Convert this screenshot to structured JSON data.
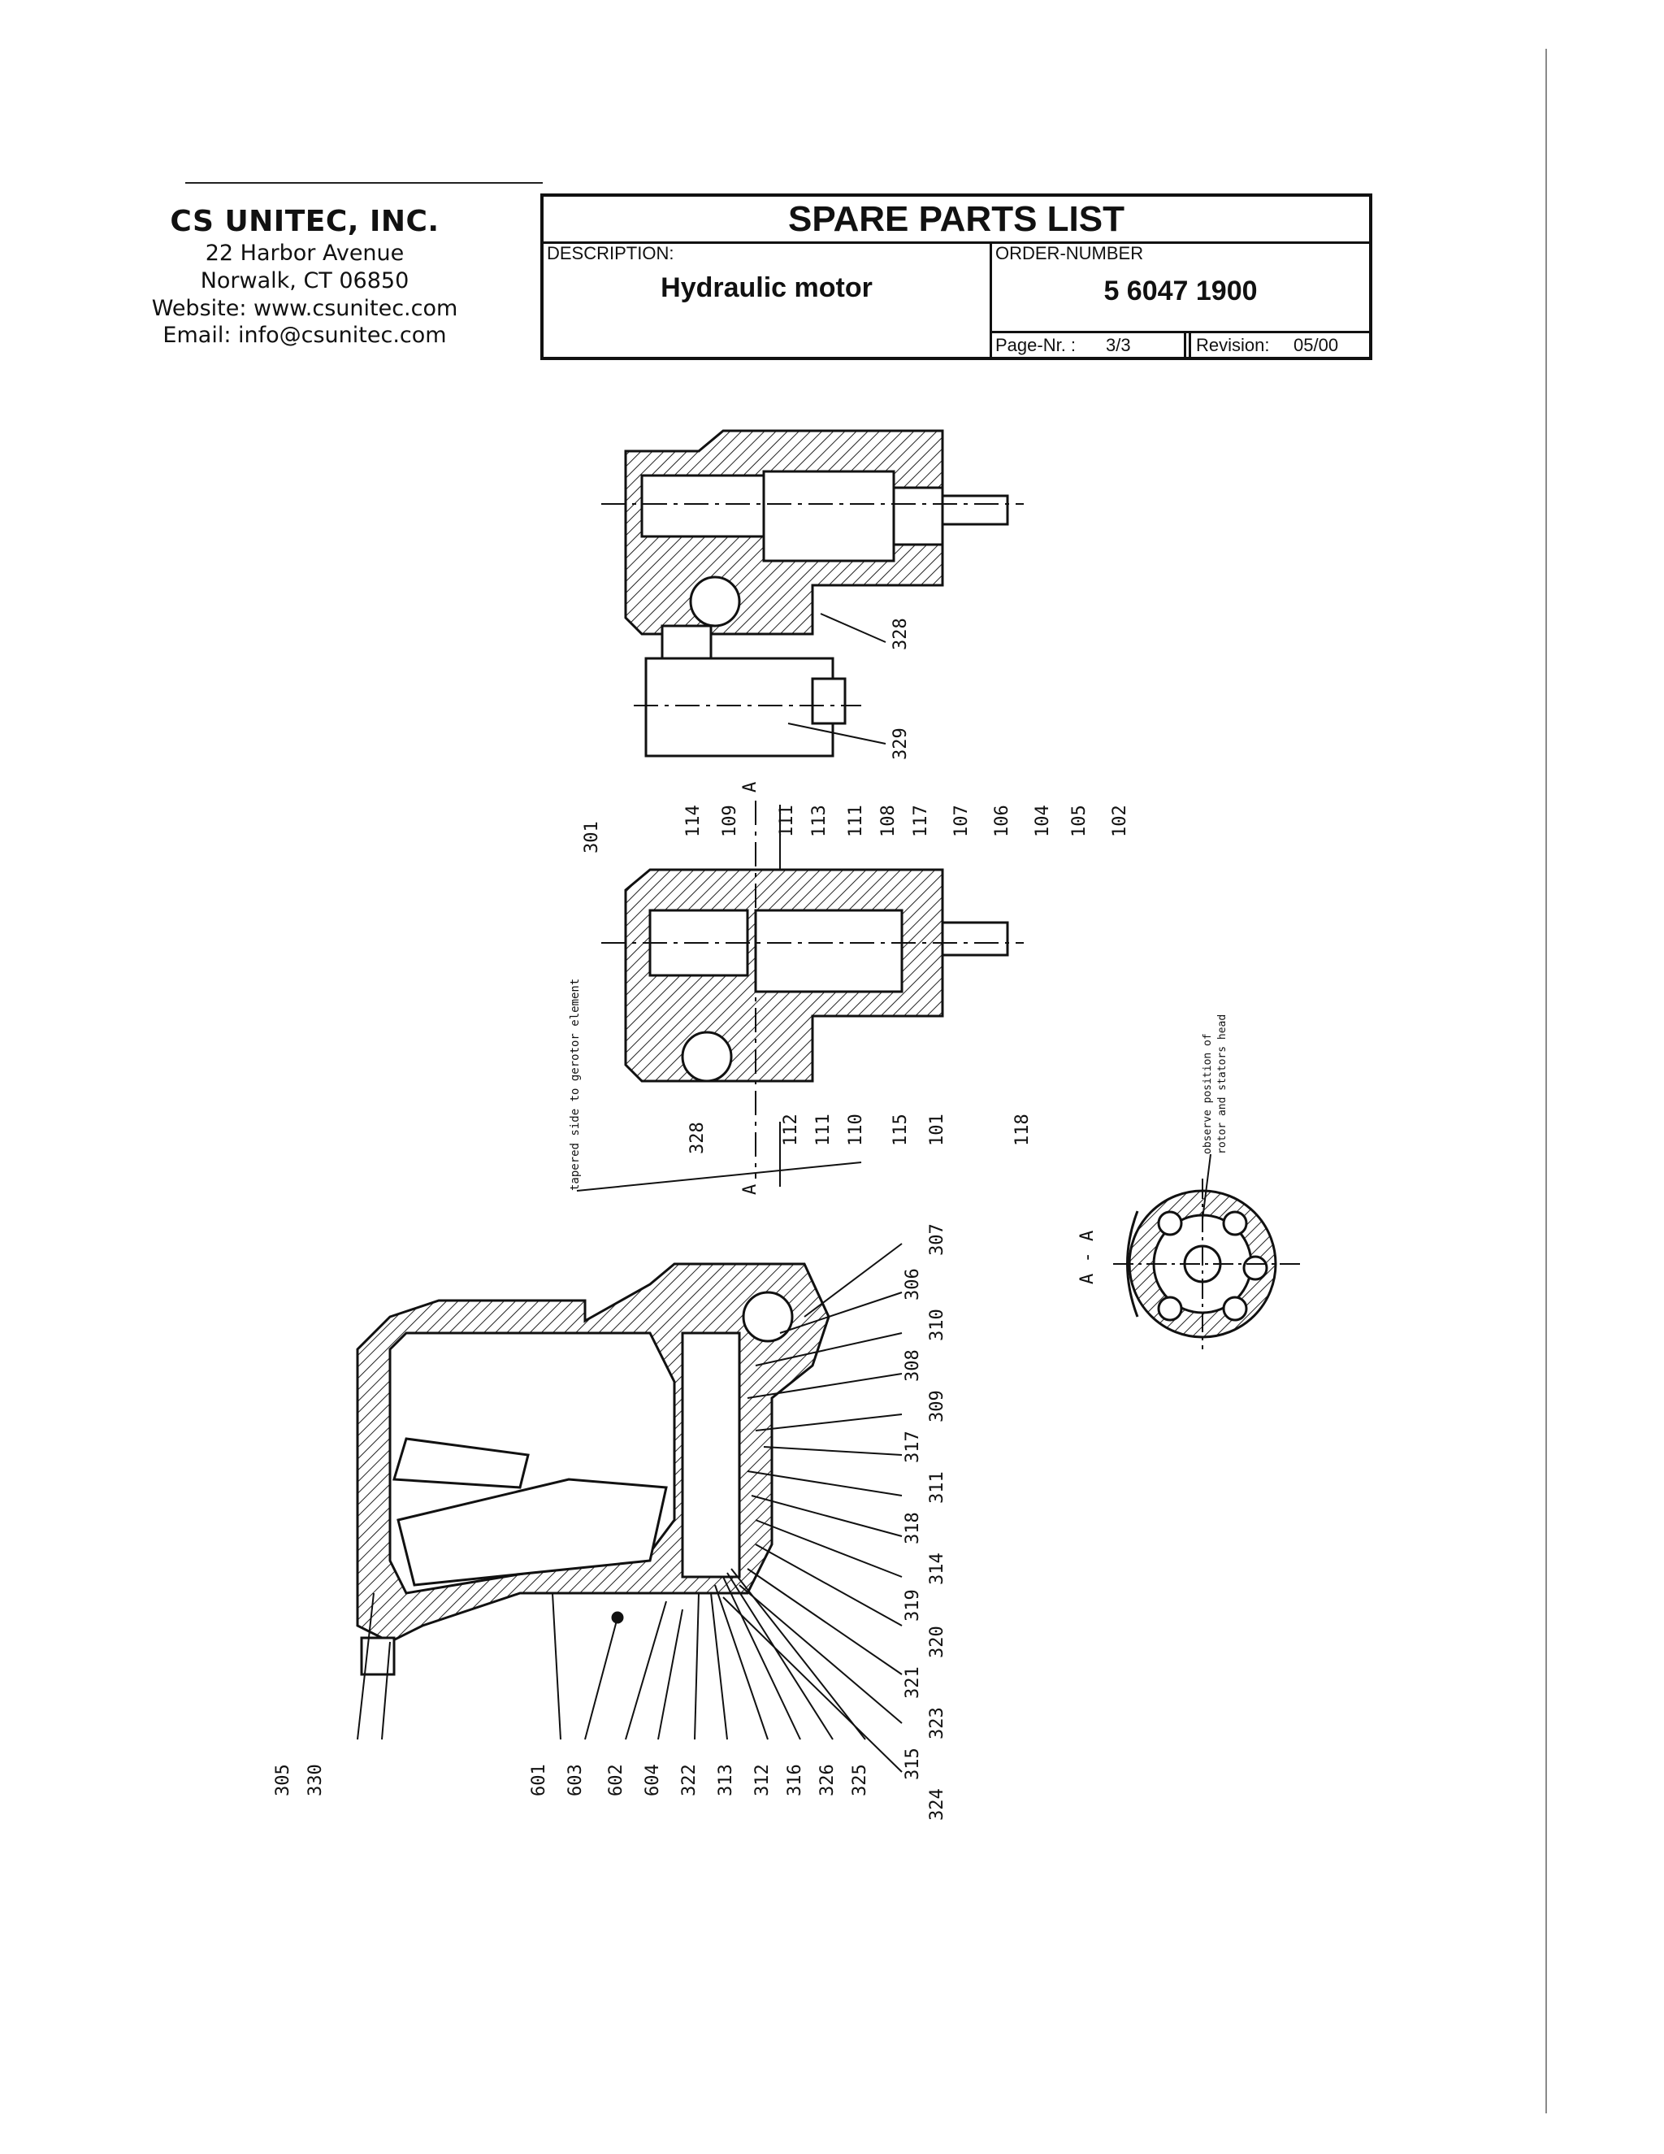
{
  "company": {
    "name": "CS UNITEC, INC.",
    "address1": "22 Harbor Avenue",
    "address2": "Norwalk, CT 06850",
    "website": "Website: www.csunitec.com",
    "email": "Email: info@csunitec.com"
  },
  "header": {
    "title": "SPARE PARTS LIST",
    "description_label": "DESCRIPTION:",
    "description": "Hydraulic motor",
    "order_label": "ORDER-NUMBER",
    "order_number": "5 6047 1900",
    "page_label": "Page-Nr. :",
    "page_value": "3/3",
    "revision_label": "Revision:",
    "revision_value": "05/00"
  },
  "drawing": {
    "top_view_labels": [
      "328",
      "329"
    ],
    "section_labels_top": [
      "301",
      "114",
      "109",
      "111",
      "113",
      "111",
      "108",
      "117",
      "107",
      "106",
      "104",
      "105",
      "102"
    ],
    "section_labels_bottom": [
      "328",
      "112",
      "111",
      "110",
      "115",
      "101",
      "118"
    ],
    "section_markers": [
      "A",
      "A"
    ],
    "note_vertical": "tapered side to gerotor element",
    "aa_label": "A - A",
    "aa_note_line1": "observe position of",
    "aa_note_line2": "rotor and stators head",
    "lower_labels_right": [
      "307",
      "306",
      "310",
      "308",
      "309",
      "317",
      "311",
      "318",
      "314",
      "319",
      "320",
      "321",
      "323",
      "315",
      "324"
    ],
    "lower_labels_bottom": [
      "305",
      "330",
      "601",
      "603",
      "602",
      "604",
      "322",
      "313",
      "312",
      "316",
      "326",
      "325"
    ]
  }
}
